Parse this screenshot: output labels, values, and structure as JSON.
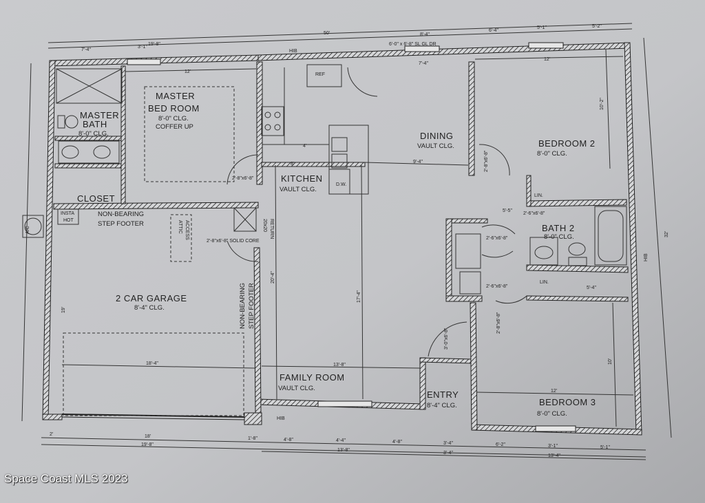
{
  "rooms": {
    "master_bedroom": [
      "MASTER",
      "BED ROOM",
      "8'-0\" CLG.",
      "COFFER UP"
    ],
    "master_bath": [
      "MASTER",
      "BATH",
      "8'-0\" CLG."
    ],
    "closet": "CLOSET",
    "kitchen": [
      "KITCHEN",
      "VAULT CLG."
    ],
    "dining": [
      "DINING",
      "VAULT CLG."
    ],
    "bedroom2": [
      "BEDROOM 2",
      "8'-0\" CLG."
    ],
    "bath2": [
      "BATH 2",
      "8'-0\" CLG."
    ],
    "garage": [
      "2 CAR GARAGE",
      "8'-4\" CLG."
    ],
    "family_room": [
      "FAMILY ROOM",
      "VAULT CLG."
    ],
    "entry": [
      "ENTRY",
      "8'-4\" CLG."
    ],
    "bedroom3": [
      "BEDROOM 3",
      "8'-0\" CLG."
    ]
  },
  "notes": {
    "non_bearing_top": [
      "NON-BEARING",
      "STEP FOOTER"
    ],
    "non_bearing_side": [
      "NON-BEARING",
      "STEP FOOTER"
    ],
    "insta_hot": [
      "INSTA",
      "HOT"
    ],
    "attic_access": [
      "ATTIC",
      "ACCESS"
    ],
    "return_vent": [
      "20x20",
      "RETURN"
    ],
    "solid_core": "2'-8\"x6'-8\" SOLID CORE",
    "ref": "REF",
    "dw": "D.W.",
    "slider": "6'-0\" x 6'-8\" SL GL DR",
    "hib": "HIB",
    "ac": "A/C",
    "lin": "LIN.",
    "door_size": "2'-6\"x6'-8\"",
    "door_size_b": "2'-8\"x6'-8\"",
    "door_size_c": "3'-0\"x6'-8\""
  },
  "dimensions": {
    "top_overall": "50'",
    "top_a": "19'-8\"",
    "top_b": "8'-4\"",
    "top_c": "6'-4\"",
    "top_d": "5'-1\"",
    "top_e": "5'-2\"",
    "top_f": "7'-4\"",
    "top_g": "3'-1\"",
    "mb_width": "12'",
    "br2_width": "12'",
    "kitchen_dim": "4'",
    "kitchen_dim2": "8'",
    "dining_dim": "9'-4\"",
    "dining_top": "7'-4\"",
    "br2_depth": "10'-2\"",
    "bath2_dim": "5'-5\"",
    "bath2_dim2": "5'-4\"",
    "family_depth": "20'-4\"",
    "family_depth2": "17'-4\"",
    "family_width": "13'-8\"",
    "garage_width": "18'-4\"",
    "garage_depth": "19'",
    "br3_width": "12'",
    "br3_depth": "10'",
    "right_overall": "32'",
    "bottom_a": "2'",
    "bottom_b": "18'",
    "bottom_c": "1'-8\"",
    "bottom_d": "4'-8\"",
    "bottom_e": "4'-4\"",
    "bottom_f": "4'-8\"",
    "bottom_g": "3'-4\"",
    "bottom_h": "6'-2\"",
    "bottom_i": "3'-1\"",
    "bottom_j": "5'-1\"",
    "bottom_total_left": "19'-8\"",
    "bottom_total_mid": "13'-8\"",
    "bottom_total_right": "13'-4\"",
    "bottom_entry": "3'-4\""
  },
  "watermark": "Space Coast MLS 2023"
}
